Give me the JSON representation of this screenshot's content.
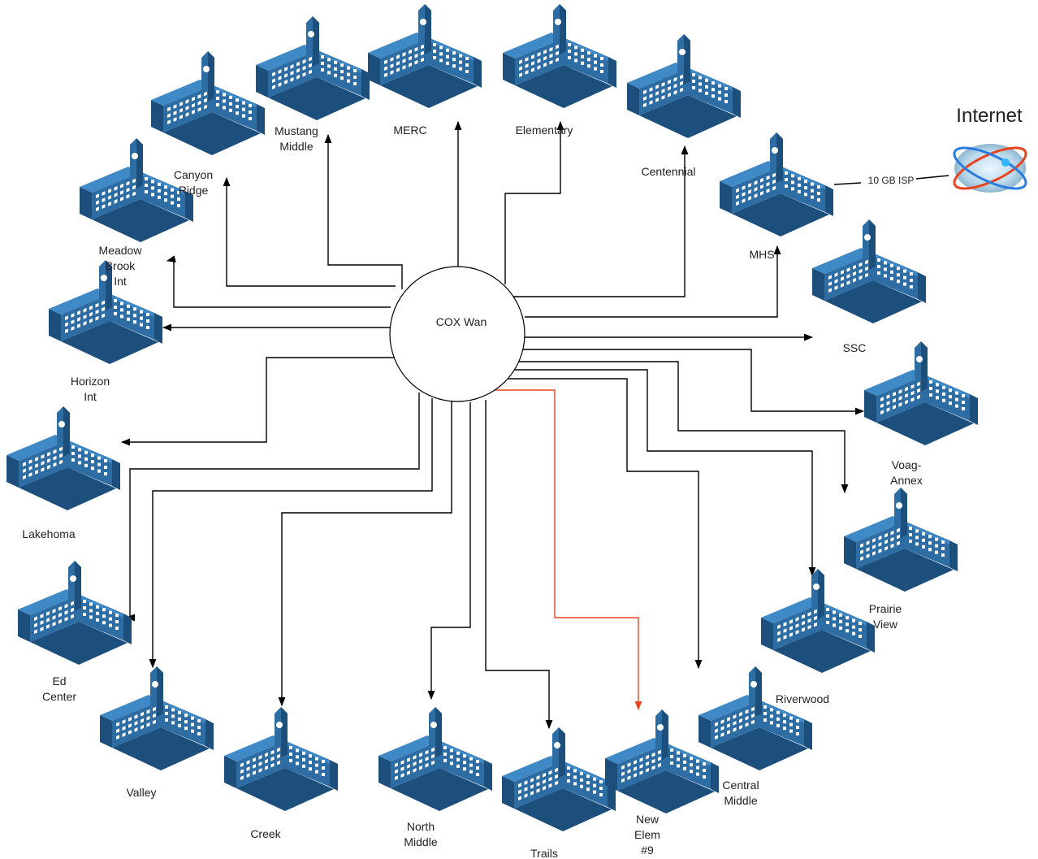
{
  "hub": {
    "label": "COX Wan"
  },
  "internet": {
    "title": "Internet",
    "link_label": "10 GB ISP"
  },
  "colors": {
    "building_front": "#2d6da3",
    "building_side": "#1d4f7c",
    "building_roof": "#3f8ac6",
    "connection": "#000000",
    "new_connection": "#e8441f",
    "new_label": "#e8441f"
  },
  "sites": [
    {
      "id": "mustang-middle",
      "lines": [
        "Mustang",
        "Middle"
      ]
    },
    {
      "id": "merc",
      "lines": [
        "MERC"
      ]
    },
    {
      "id": "elementary",
      "lines": [
        "Elementary"
      ]
    },
    {
      "id": "centennial",
      "lines": [
        "Centennial"
      ]
    },
    {
      "id": "canyon-ridge",
      "lines": [
        "Canyon",
        "Ridge"
      ]
    },
    {
      "id": "mhs",
      "lines": [
        "MHS"
      ]
    },
    {
      "id": "meadow-brook-int",
      "lines": [
        "Meadow",
        "Brook",
        "Int"
      ]
    },
    {
      "id": "ssc",
      "lines": [
        "SSC"
      ]
    },
    {
      "id": "horizon-int",
      "lines": [
        "Horizon",
        "Int"
      ]
    },
    {
      "id": "voag-annex",
      "lines": [
        "Voag-",
        "Annex"
      ]
    },
    {
      "id": "lakehoma",
      "lines": [
        "Lakehoma"
      ]
    },
    {
      "id": "prairie-view",
      "lines": [
        "Prairie",
        "View"
      ]
    },
    {
      "id": "ed-center",
      "lines": [
        "Ed",
        "Center"
      ]
    },
    {
      "id": "riverwood",
      "lines": [
        "Riverwood"
      ]
    },
    {
      "id": "valley",
      "lines": [
        "Valley"
      ]
    },
    {
      "id": "creek",
      "lines": [
        "Creek"
      ]
    },
    {
      "id": "north-middle",
      "lines": [
        "North",
        "Middle"
      ]
    },
    {
      "id": "trails",
      "lines": [
        "Trails"
      ]
    },
    {
      "id": "new-elem-9",
      "lines": [
        "New",
        "Elem",
        "#9"
      ],
      "is_new": true
    },
    {
      "id": "central-middle",
      "lines": [
        "Central",
        "Middle"
      ]
    }
  ]
}
